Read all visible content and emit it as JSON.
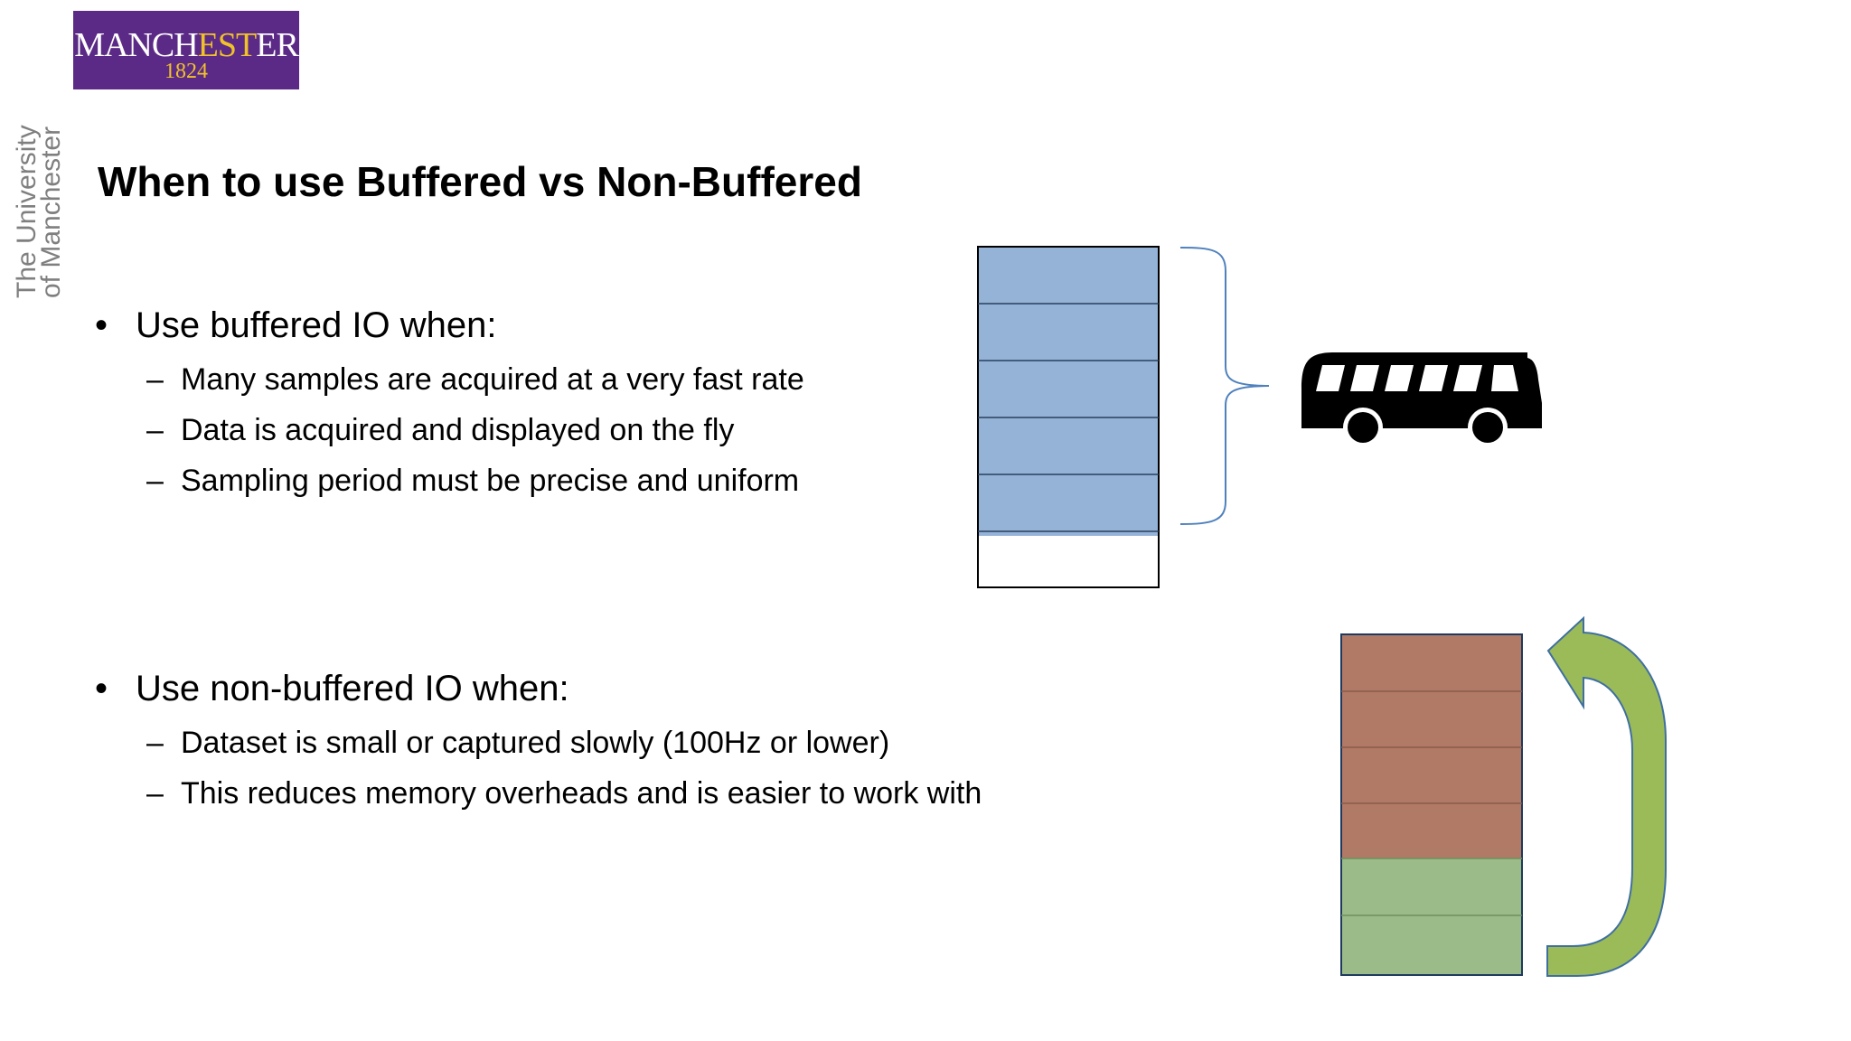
{
  "logo": {
    "word_start": "MANCH",
    "word_gold": "EST",
    "word_end": "ER",
    "year": "1824"
  },
  "side_brand": {
    "line1": "The University",
    "line2": "of Manchester"
  },
  "title": "When to use Buffered vs Non-Buffered",
  "section1": {
    "bullet": "Use buffered IO when:",
    "items": [
      "Many samples are acquired at a very fast rate",
      "Data is acquired and displayed on the fly",
      "Sampling period must be precise and uniform"
    ]
  },
  "section2": {
    "bullet": "Use non-buffered IO when:",
    "items": [
      "Dataset is small or captured slowly (100Hz or lower)",
      "This reduces memory overheads and is easier to work with"
    ]
  },
  "symbols": {
    "bullet": "•",
    "dash": "–"
  },
  "colors": {
    "logo_purple": "#5b2a86",
    "logo_gold": "#f0c22a",
    "buffer_blue": "#95b3d7",
    "buffer_red": "#b07a66",
    "buffer_green": "#9bbb88",
    "arrow_green": "#9bbb59",
    "bracket": "#4f81bd"
  },
  "icons": {
    "bus": "bus-icon",
    "loop_arrow": "loop-arrow-icon",
    "brace": "curly-brace-icon"
  }
}
